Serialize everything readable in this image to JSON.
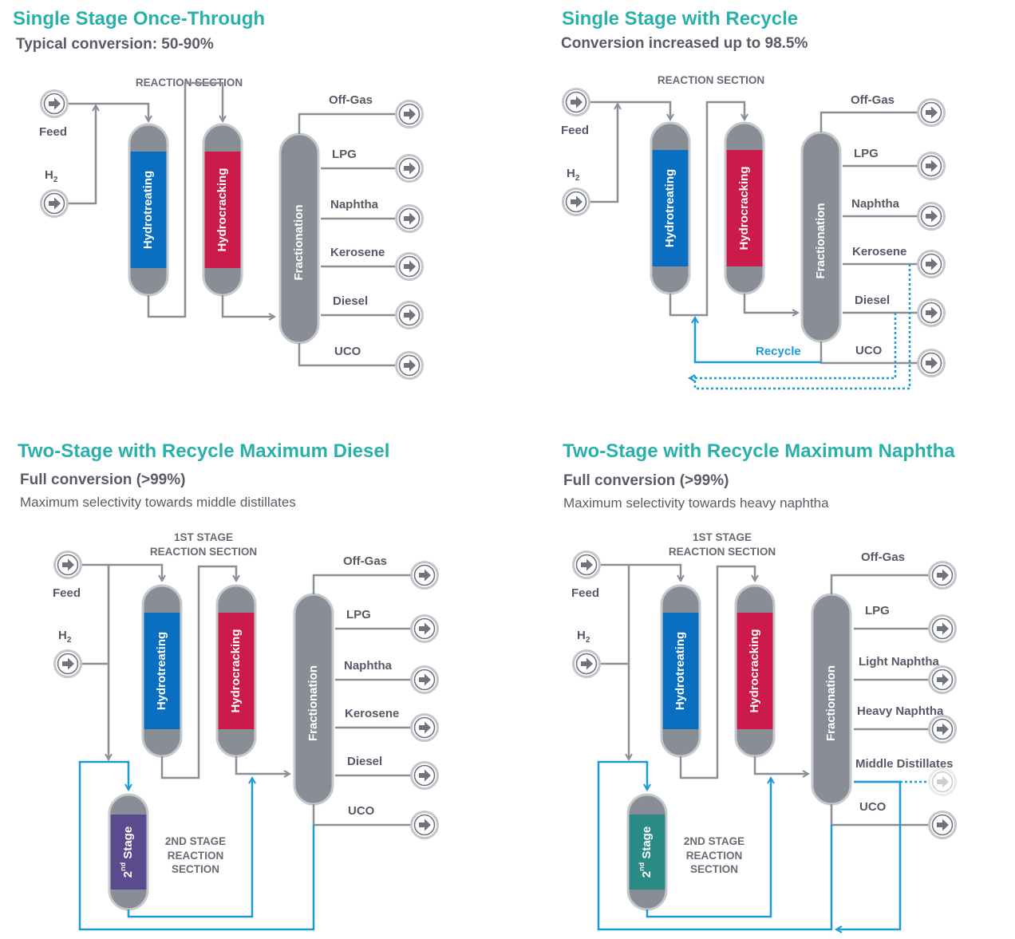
{
  "panels": [
    {
      "title": "Single Stage Once-Through",
      "subtitle": "Typical conversion: 50-90%",
      "section_label": "REACTION SECTION",
      "inputs": [
        "Feed",
        "H2"
      ],
      "reactors": [
        "Hydrotreating",
        "Hydrocracking"
      ],
      "column": "Fractionation",
      "products": [
        "Off-Gas",
        "LPG",
        "Naphtha",
        "Kerosene",
        "Diesel",
        "UCO"
      ]
    },
    {
      "title": "Single Stage with Recycle",
      "subtitle": "Conversion increased up to 98.5%",
      "section_label": "REACTION SECTION",
      "inputs": [
        "Feed",
        "H2"
      ],
      "reactors": [
        "Hydrotreating",
        "Hydrocracking"
      ],
      "column": "Fractionation",
      "products": [
        "Off-Gas",
        "LPG",
        "Naphtha",
        "Kerosene",
        "Diesel",
        "UCO"
      ],
      "recycle_label": "Recycle"
    },
    {
      "title": "Two-Stage with Recycle Maximum Diesel",
      "subtitle": "Full conversion (>99%)",
      "description": "Maximum selectivity towards middle distillates",
      "section_label_lines": [
        "1ST STAGE",
        "REACTION SECTION"
      ],
      "second_section_lines": [
        "2ND STAGE",
        "REACTION",
        "SECTION"
      ],
      "inputs": [
        "Feed",
        "H2"
      ],
      "reactors": [
        "Hydrotreating",
        "Hydrocracking"
      ],
      "second_stage": "2nd Stage",
      "column": "Fractionation",
      "products": [
        "Off-Gas",
        "LPG",
        "Naphtha",
        "Kerosene",
        "Diesel",
        "UCO"
      ]
    },
    {
      "title": "Two-Stage with Recycle Maximum Naphtha",
      "subtitle": "Full conversion (>99%)",
      "description": "Maximum selectivity towards heavy naphtha",
      "section_label_lines": [
        "1ST STAGE",
        "REACTION SECTION"
      ],
      "second_section_lines": [
        "2ND STAGE",
        "REACTION",
        "SECTION"
      ],
      "inputs": [
        "Feed",
        "H2"
      ],
      "reactors": [
        "Hydrotreating",
        "Hydrocracking"
      ],
      "second_stage": "2nd Stage",
      "column": "Fractionation",
      "products": [
        "Off-Gas",
        "LPG",
        "Light Naphtha",
        "Heavy Naphtha",
        "Middle Distillates",
        "UCO"
      ]
    }
  ],
  "colors": {
    "title": "#2ab0aa",
    "hydrotreating": "#0b6fc1",
    "hydrocracking": "#cc1a4a",
    "vessel": "#898e96",
    "recycle": "#1b9bd7",
    "second_stage_diesel": "#5a4a8e",
    "second_stage_naphtha": "#2a8a86"
  }
}
